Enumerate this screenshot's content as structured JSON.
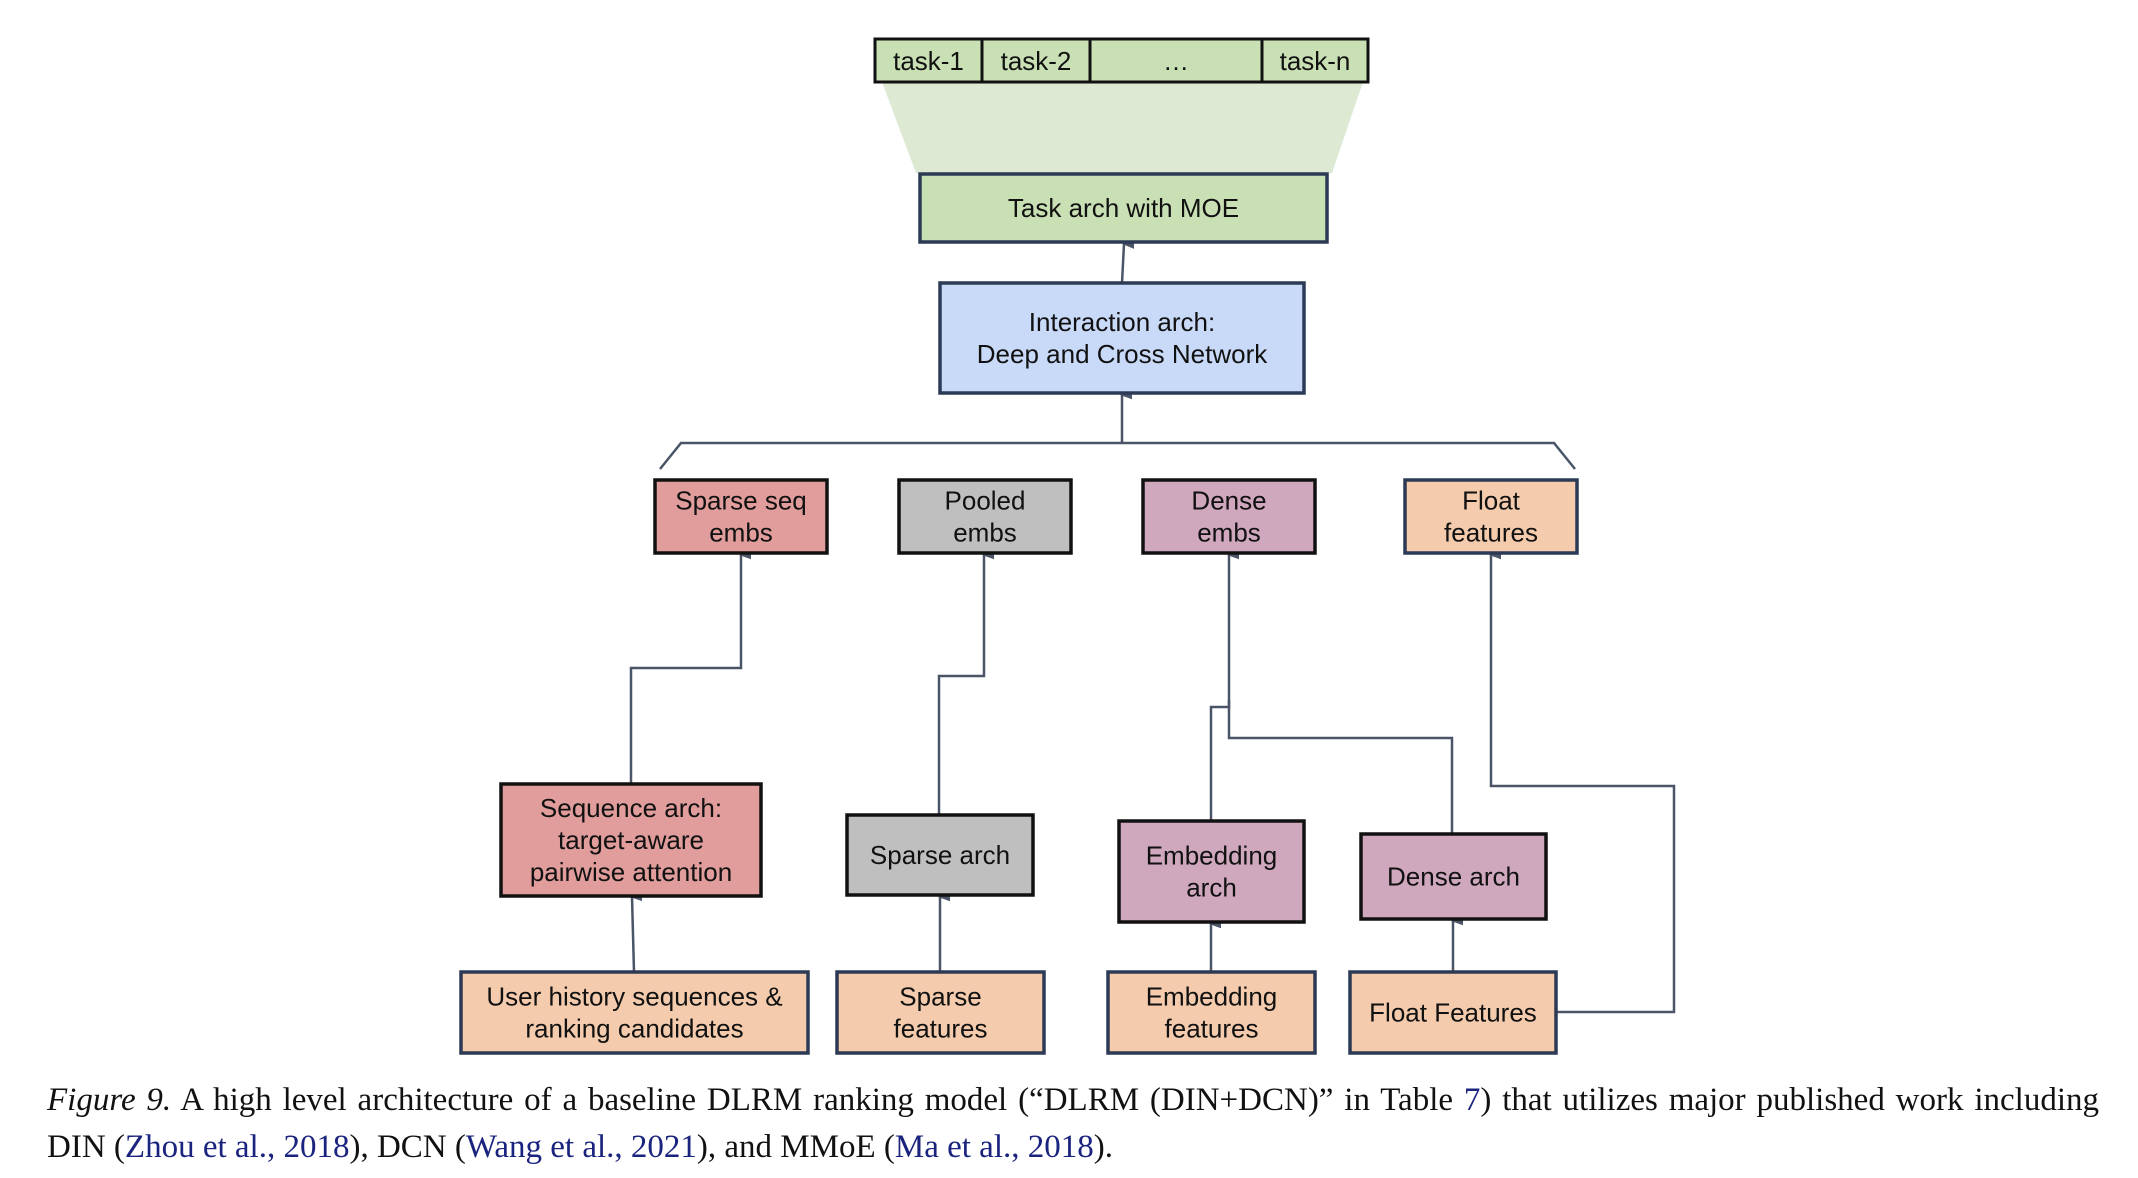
{
  "colors": {
    "task_green": "#c9e0b5",
    "trapezoid_green": "#dde9d3",
    "interaction_blue": "#c9daf8",
    "sequence_red": "#e09d9b",
    "pooled_gray": "#bfbfbf",
    "dense_purple": "#d0a8be",
    "feature_peach": "#f4ccad",
    "edge": "#4a5568",
    "link_blue": "#1a237e"
  },
  "tasks": [
    "task-1",
    "task-2",
    "…",
    "task-n"
  ],
  "nodes": {
    "task_arch": [
      "Task arch with MOE"
    ],
    "interaction_arch": [
      "Interaction arch:",
      "Deep and Cross Network"
    ],
    "sparse_seq_embs": [
      "Sparse seq",
      "embs"
    ],
    "pooled_embs": [
      "Pooled",
      "embs"
    ],
    "dense_embs": [
      "Dense",
      "embs"
    ],
    "float_features_top": [
      "Float",
      "features"
    ],
    "sequence_arch": [
      "Sequence arch:",
      "target-aware",
      "pairwise attention"
    ],
    "sparse_arch": [
      "Sparse arch"
    ],
    "embedding_arch": [
      "Embedding",
      "arch"
    ],
    "dense_arch": [
      "Dense arch"
    ],
    "user_history": [
      "User history sequences &",
      "ranking candidates"
    ],
    "sparse_features": [
      "Sparse",
      "features"
    ],
    "embedding_features": [
      "Embedding",
      "features"
    ],
    "float_features_bottom": [
      "Float Features"
    ]
  },
  "caption": {
    "figure_label": "Figure 9.",
    "text_1": " A high level architecture of a baseline DLRM ranking model (“DLRM (DIN+DCN)” in Table ",
    "table_ref": "7",
    "text_2": ") that utilizes major published work including DIN (",
    "cite_din": "Zhou et al., 2018",
    "text_3": "), DCN (",
    "cite_dcn": "Wang et al., 2021",
    "text_4": "), and MMoE (",
    "cite_mmoe": "Ma et al., 2018",
    "text_5": ")."
  }
}
